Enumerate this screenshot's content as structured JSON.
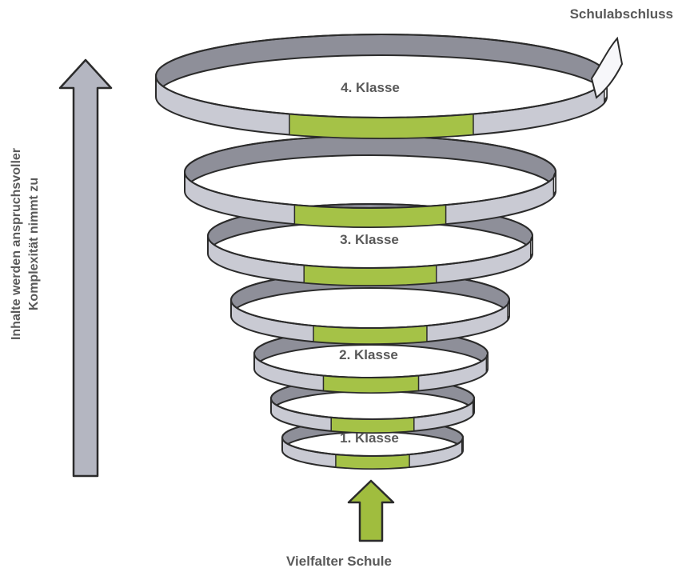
{
  "diagram": {
    "top_label": "Schulabschluss",
    "bottom_label": "Vielfalter Schule",
    "side_label_line1": "Inhalte werden anspruchsvoller",
    "side_label_line2": "Komplexität nimmt zu",
    "grades": [
      "1. Klasse",
      "2. Klasse",
      "3. Klasse",
      "4. Klasse"
    ]
  },
  "colors": {
    "band_grey": "#c9cad3",
    "band_dark": "#8e8f99",
    "band_white": "#f7f7fa",
    "band_green": "#a5c247",
    "outline": "#2b2b2b",
    "arrow_grey": "#b4b6c1",
    "arrow_green": "#a0bd3e",
    "text": "#595959"
  }
}
